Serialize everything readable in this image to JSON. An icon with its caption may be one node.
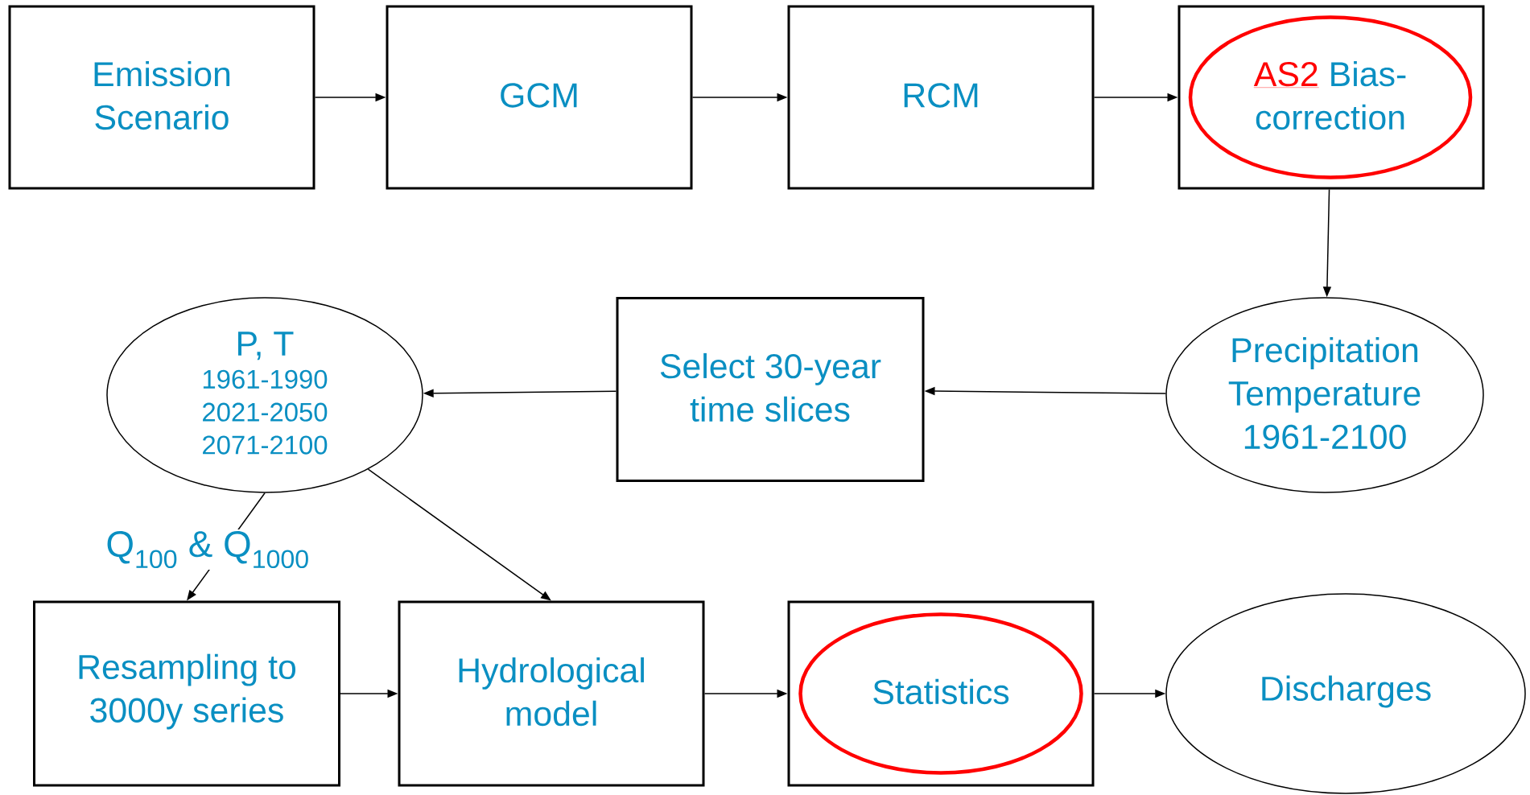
{
  "diagram": {
    "nodes": [
      {
        "text": [
          "Emission Scenario"
        ]
      },
      {
        "text": [
          "GCM"
        ]
      },
      {
        "text": [
          "RCM"
        ]
      },
      {
        "text": [],
        "shape": "box"
      },
      {
        "text": [
          "AS2",
          "Bias-correction"
        ],
        "in": 3
      },
      {
        "text": [
          "P, T",
          "1961-1990 2021-2050 2071-2100"
        ]
      },
      {
        "text": [
          "Select 30-year time slices"
        ]
      },
      {
        "text": [
          "Precipitation Temperature 1961-2100"
        ]
      },
      {
        "text": [
          "Resampling to 3000y series"
        ]
      },
      {
        "text": [
          "Hydrological model"
        ]
      },
      {
        "text": [],
        "shape": "box"
      },
      {
        "text": [
          "Statistics"
        ],
        "in": 10
      },
      {
        "text": [
          "Discharges"
        ]
      }
    ],
    "edges": [
      {
        "from": 0,
        "to": 1,
        "arrow": "to"
      },
      {
        "from": 1,
        "to": 2,
        "arrow": "to"
      },
      {
        "from": 2,
        "to": 3,
        "arrow": "to"
      },
      {
        "from": 3,
        "to": 7,
        "arrow": "to"
      },
      {
        "from": 7,
        "to": 6,
        "arrow": "to"
      },
      {
        "from": 6,
        "to": 5,
        "arrow": "to"
      },
      {
        "from": 5,
        "to": 8,
        "arrow": "to",
        "label": "Q$_{100}$ & Q$_{1000}$"
      },
      {
        "from": 5,
        "to": 9,
        "arrow": "to"
      },
      {
        "from": 8,
        "to": 9,
        "arrow": "to"
      },
      {
        "from": 9,
        "to": 10,
        "arrow": "to"
      },
      {
        "from": 10,
        "to": 12,
        "arrow": "to"
      }
    ]
  }
}
